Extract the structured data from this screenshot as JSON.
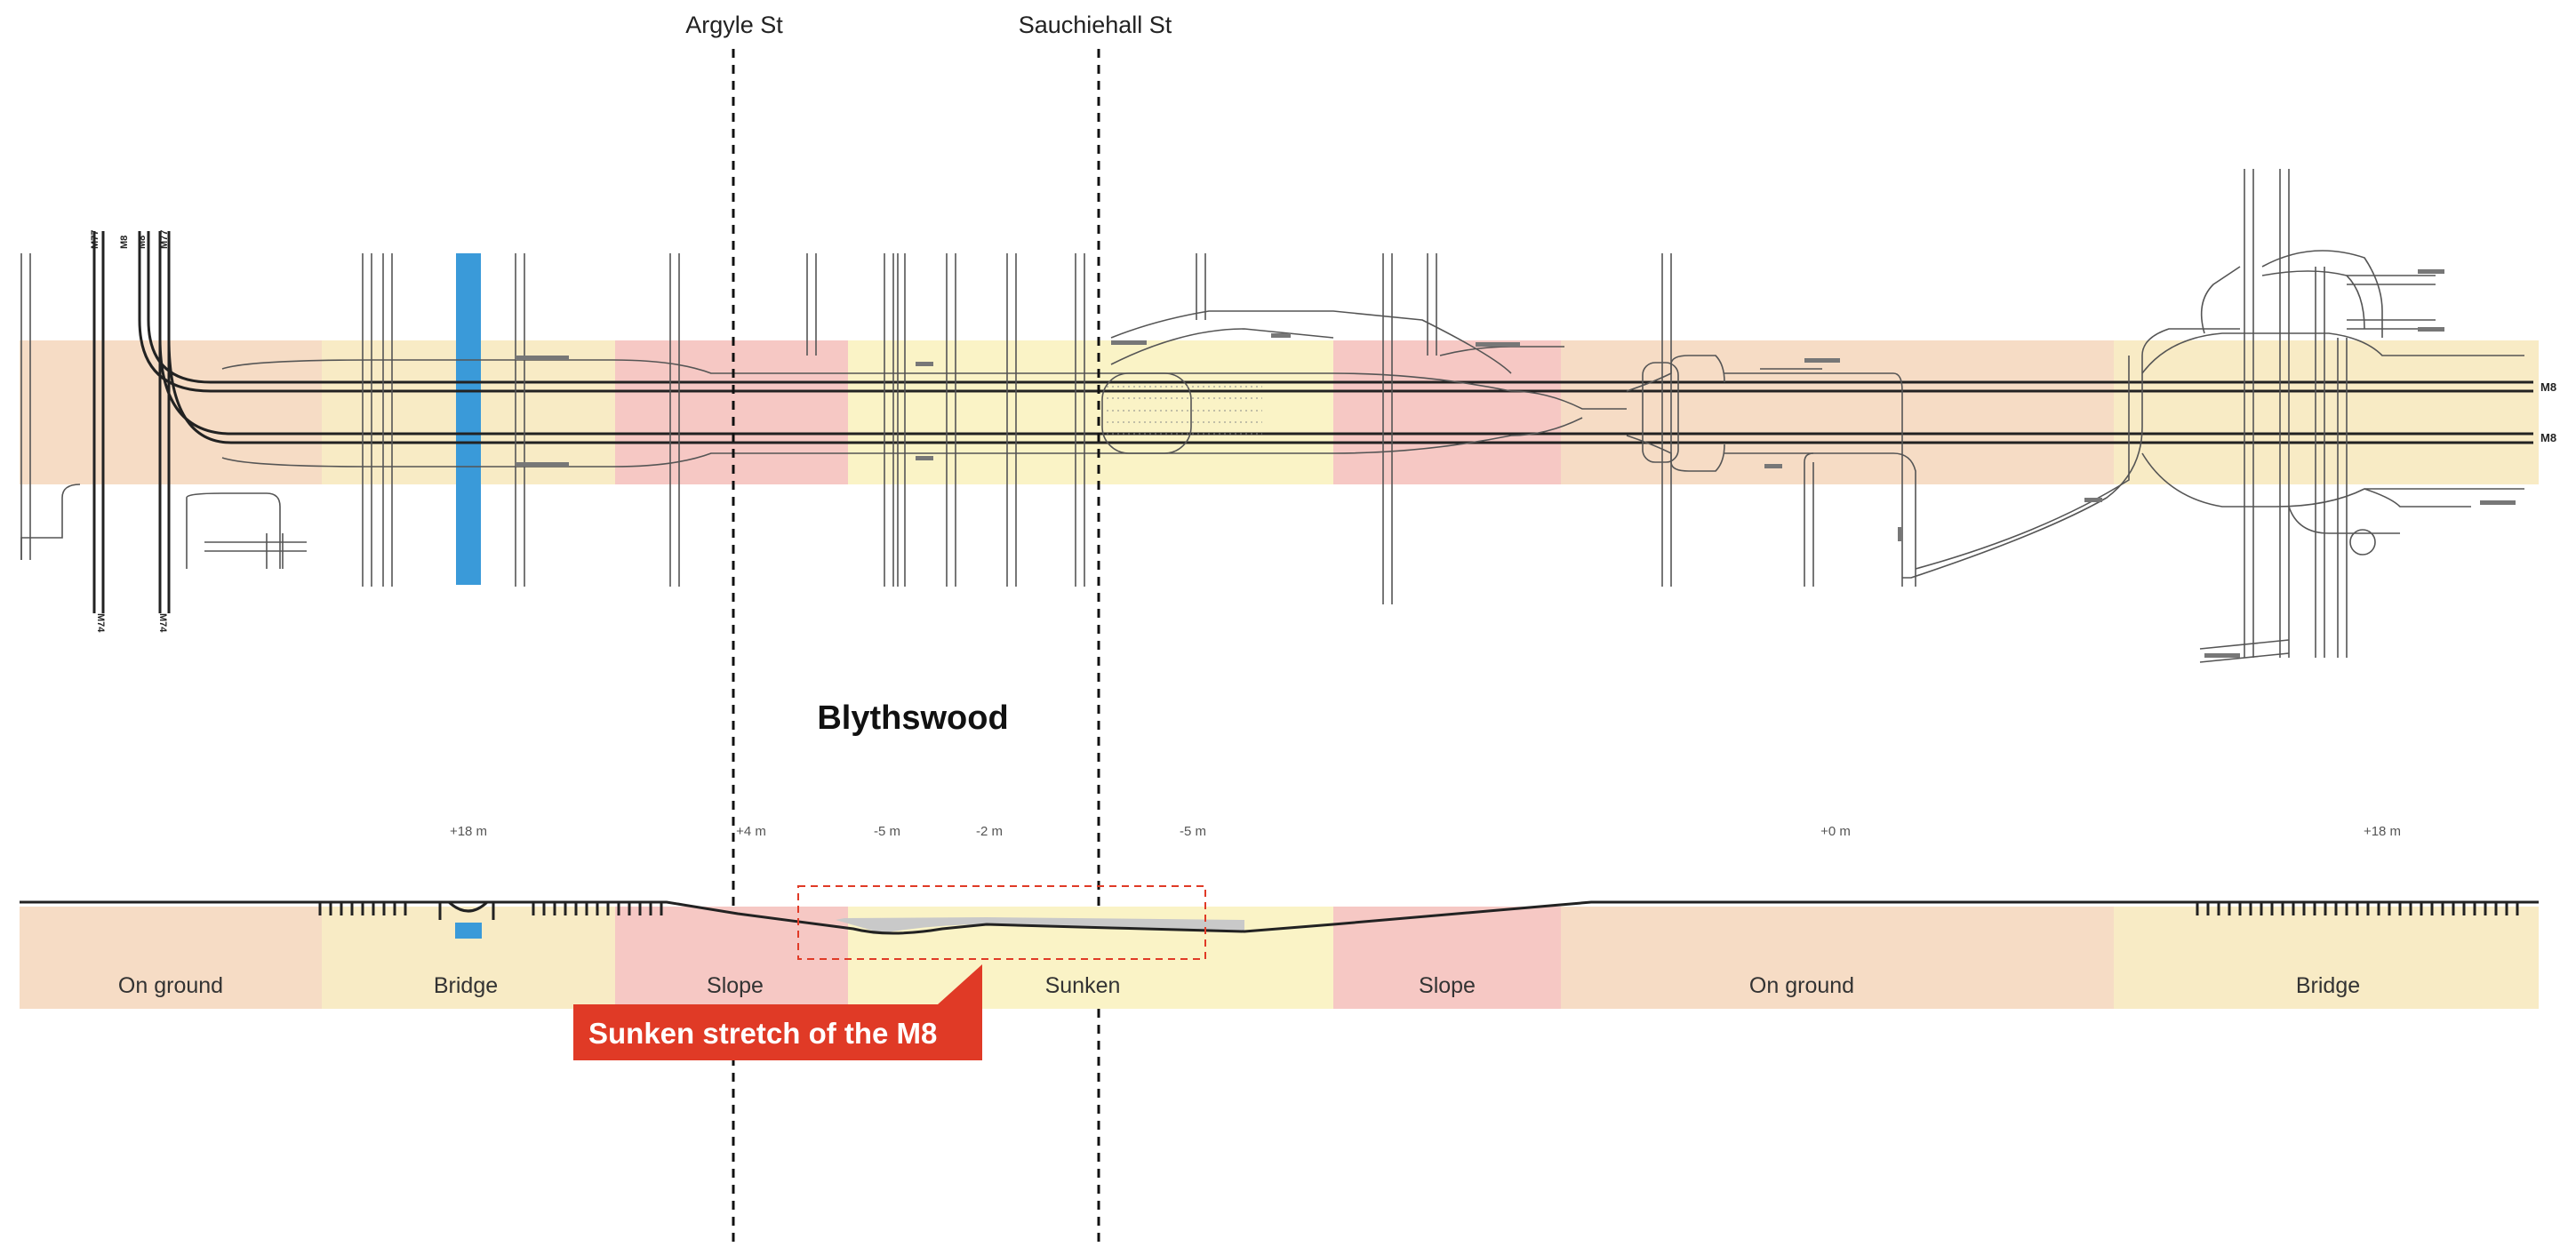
{
  "markers": [
    {
      "name": "Argyle St"
    },
    {
      "name": "Sauchiehall St"
    }
  ],
  "district_label": "Blythswood",
  "callout_label": "Sunken stretch of the M8",
  "motorway_labels": {
    "left_top": [
      "M77",
      "M8",
      "M8",
      "M77"
    ],
    "left_bottom": [
      "M74",
      "M74"
    ],
    "right": [
      "M8",
      "M8"
    ]
  },
  "heights": [
    "+18 m",
    "+4 m",
    "-5 m",
    "-2 m",
    "-5 m",
    "+0 m",
    "+18 m"
  ],
  "zones": [
    {
      "label": "On ground",
      "color": "#f6dcc5"
    },
    {
      "label": "Bridge",
      "color": "#f8ebc5"
    },
    {
      "label": "Slope",
      "color": "#f6c8c4"
    },
    {
      "label": "Sunken",
      "color": "#faf3c6"
    },
    {
      "label": "Slope",
      "color": "#f6c8c4"
    },
    {
      "label": "On ground",
      "color": "#f6dcc5"
    },
    {
      "label": "Bridge",
      "color": "#f8ebc5"
    }
  ],
  "colors": {
    "callout": "#e03a26",
    "river": "#3a9ad9",
    "road": "#444444",
    "motorway": "#222222",
    "marker": "#111111"
  }
}
